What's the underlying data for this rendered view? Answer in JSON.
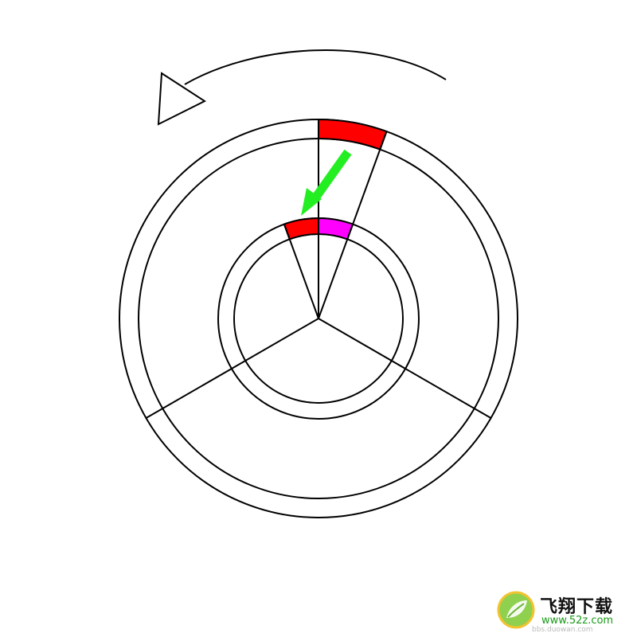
{
  "diagram": {
    "stroke_color": "#000000",
    "colors": {
      "outer_highlight": "#ff0000",
      "inner_highlight_left": "#ff0000",
      "inner_highlight_right": "#ff00ff",
      "arrow": "#22ee22",
      "background": "#ffffff"
    },
    "icons": [
      "rotation-arrow-icon",
      "down-left-arrow-icon"
    ]
  },
  "watermark": {
    "brand": "飞翔下载",
    "url": "www.52z.com",
    "faint_url": "bbs.duowan.com"
  }
}
